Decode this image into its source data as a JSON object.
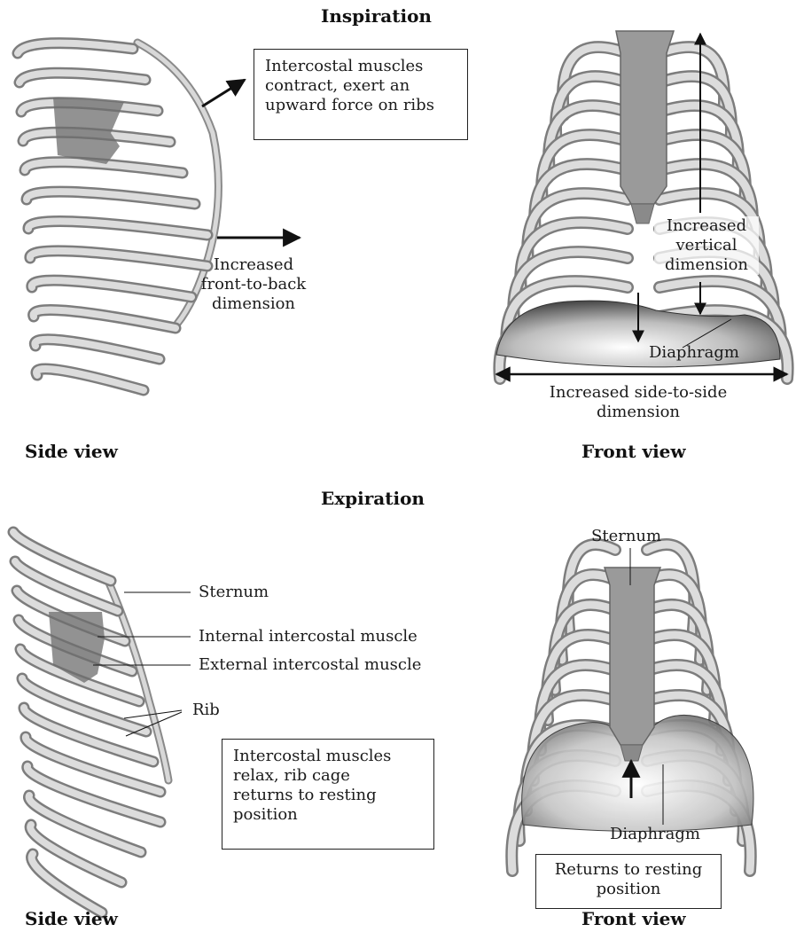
{
  "headings": {
    "inspiration": "Inspiration",
    "expiration": "Expiration"
  },
  "views": {
    "side": "Side view",
    "front": "Front view"
  },
  "inspiration": {
    "box": "Intercostal muscles\ncontract, exert an\nupward force on ribs",
    "front_to_back": "Increased\nfront-to-back\ndimension",
    "vertical": "Increased\nvertical\ndimension",
    "diaphragm": "Diaphragm",
    "side_to_side": "Increased side-to-side\ndimension"
  },
  "expiration": {
    "sternum_side": "Sternum",
    "internal": "Internal intercostal muscle",
    "external": "External intercostal muscle",
    "rib": "Rib",
    "box": "Intercostal muscles\nrelax, rib cage\nreturns to resting\nposition",
    "sternum_front": "Sternum",
    "diaphragm": "Diaphragm",
    "resting_box": "Returns to resting\nposition"
  }
}
